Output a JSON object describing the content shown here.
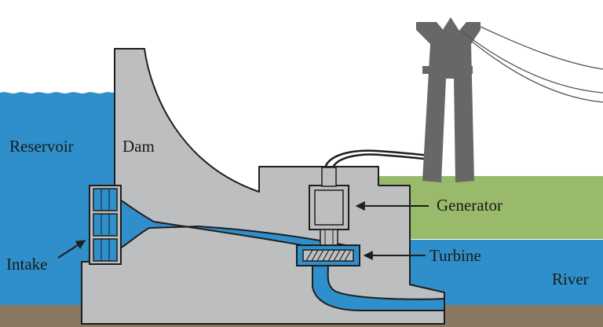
{
  "labels": {
    "reservoir": "Reservoir",
    "dam": "Dam",
    "intake": "Intake",
    "generator": "Generator",
    "turbine": "Turbine",
    "river": "River"
  },
  "colors": {
    "water": "#2f8fca",
    "dam": "#bcbec0",
    "outline": "#1e1e1e",
    "grass": "#99b96b",
    "ground": "#8a7762",
    "tower": "#676767"
  },
  "icons": [
    "transmission-tower-icon",
    "power-line-icon",
    "arrow-icon"
  ]
}
